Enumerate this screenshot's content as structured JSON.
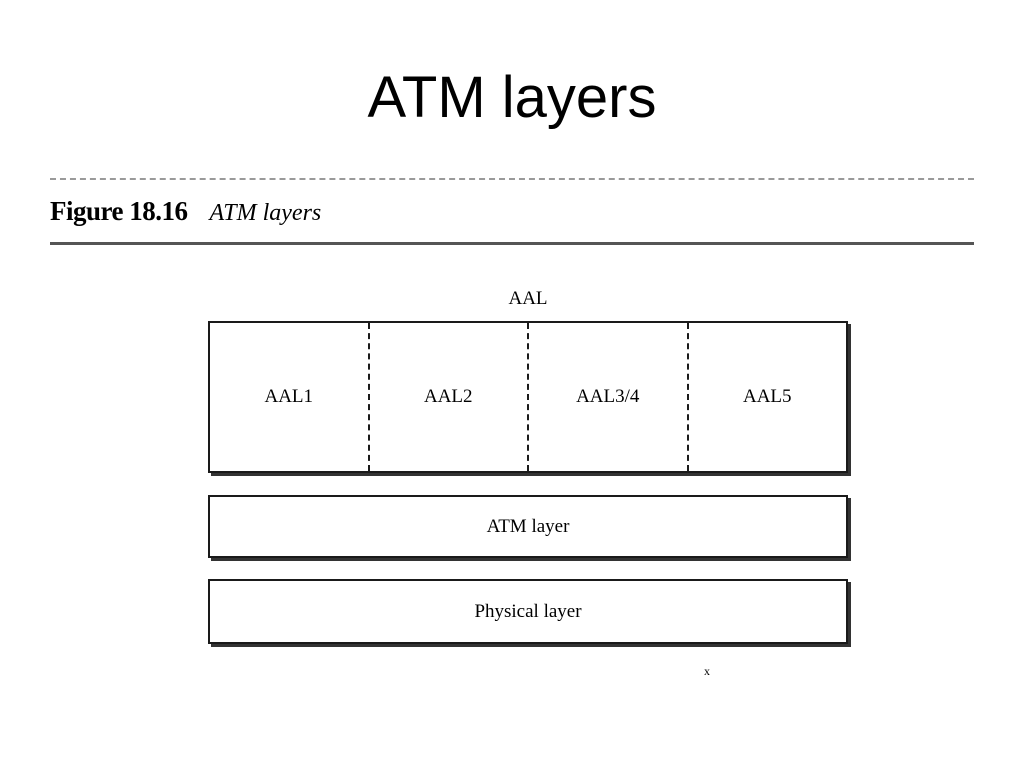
{
  "slide": {
    "title": "ATM layers"
  },
  "figure": {
    "number": "Figure 18.16",
    "name": "ATM layers"
  },
  "diagram": {
    "aal_heading": "AAL",
    "aal_sublayers": [
      "AAL1",
      "AAL2",
      "AAL3/4",
      "AAL5"
    ],
    "atm_layer": "ATM layer",
    "physical_layer": "Physical layer",
    "stray_mark": "x"
  }
}
